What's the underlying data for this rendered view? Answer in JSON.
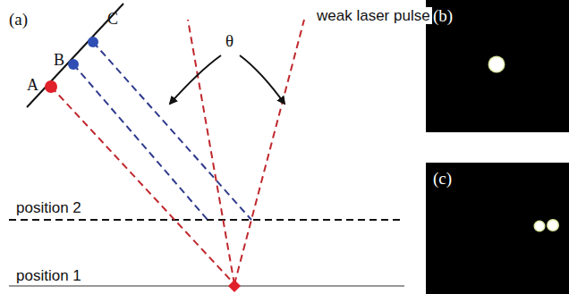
{
  "diagram": {
    "nodes": [
      {
        "text": [
          "(b)"
        ]
      },
      {
        "text": [
          "(c)"
        ]
      }
    ],
    "labels": [
      "(a)",
      "A",
      "B",
      "C",
      "weak laser pulse",
      "θ",
      "position 2",
      "position 1"
    ]
  }
}
